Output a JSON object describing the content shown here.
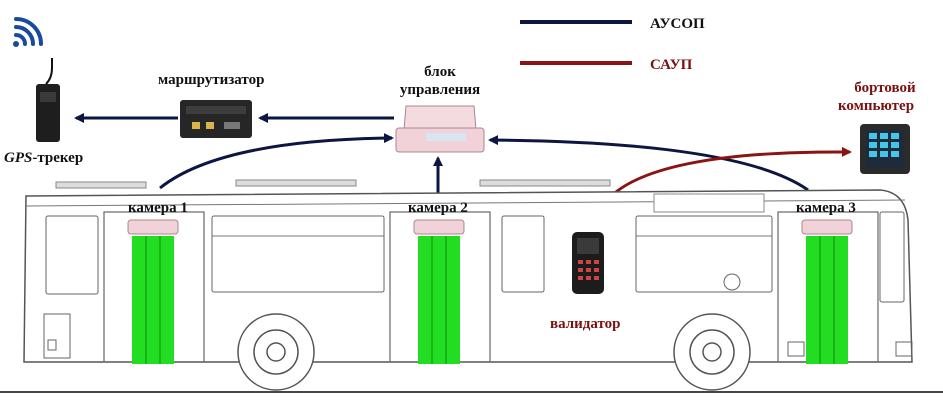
{
  "legend": {
    "ausop": {
      "label": "АУСОП",
      "color": "#0d1640"
    },
    "saup": {
      "label": "САУП",
      "color": "#8a1414"
    }
  },
  "devices": {
    "gps_tracker": {
      "label_prefix": "GPS",
      "label_suffix": "-трекер"
    },
    "router": {
      "label": "маршрутизатор"
    },
    "control_unit": {
      "label_line1": "блок",
      "label_line2": "управления"
    },
    "onboard_computer": {
      "label_line1": "бортовой",
      "label_line2": "компьютер"
    },
    "validator": {
      "label": "валидатор"
    }
  },
  "cameras": [
    {
      "label": "камера 1"
    },
    {
      "label": "камера 2"
    },
    {
      "label": "камера 3"
    }
  ],
  "colors": {
    "camera_beam": "#22dd22",
    "bus_outline": "#555555",
    "device_pink": "#f1d2d8"
  }
}
